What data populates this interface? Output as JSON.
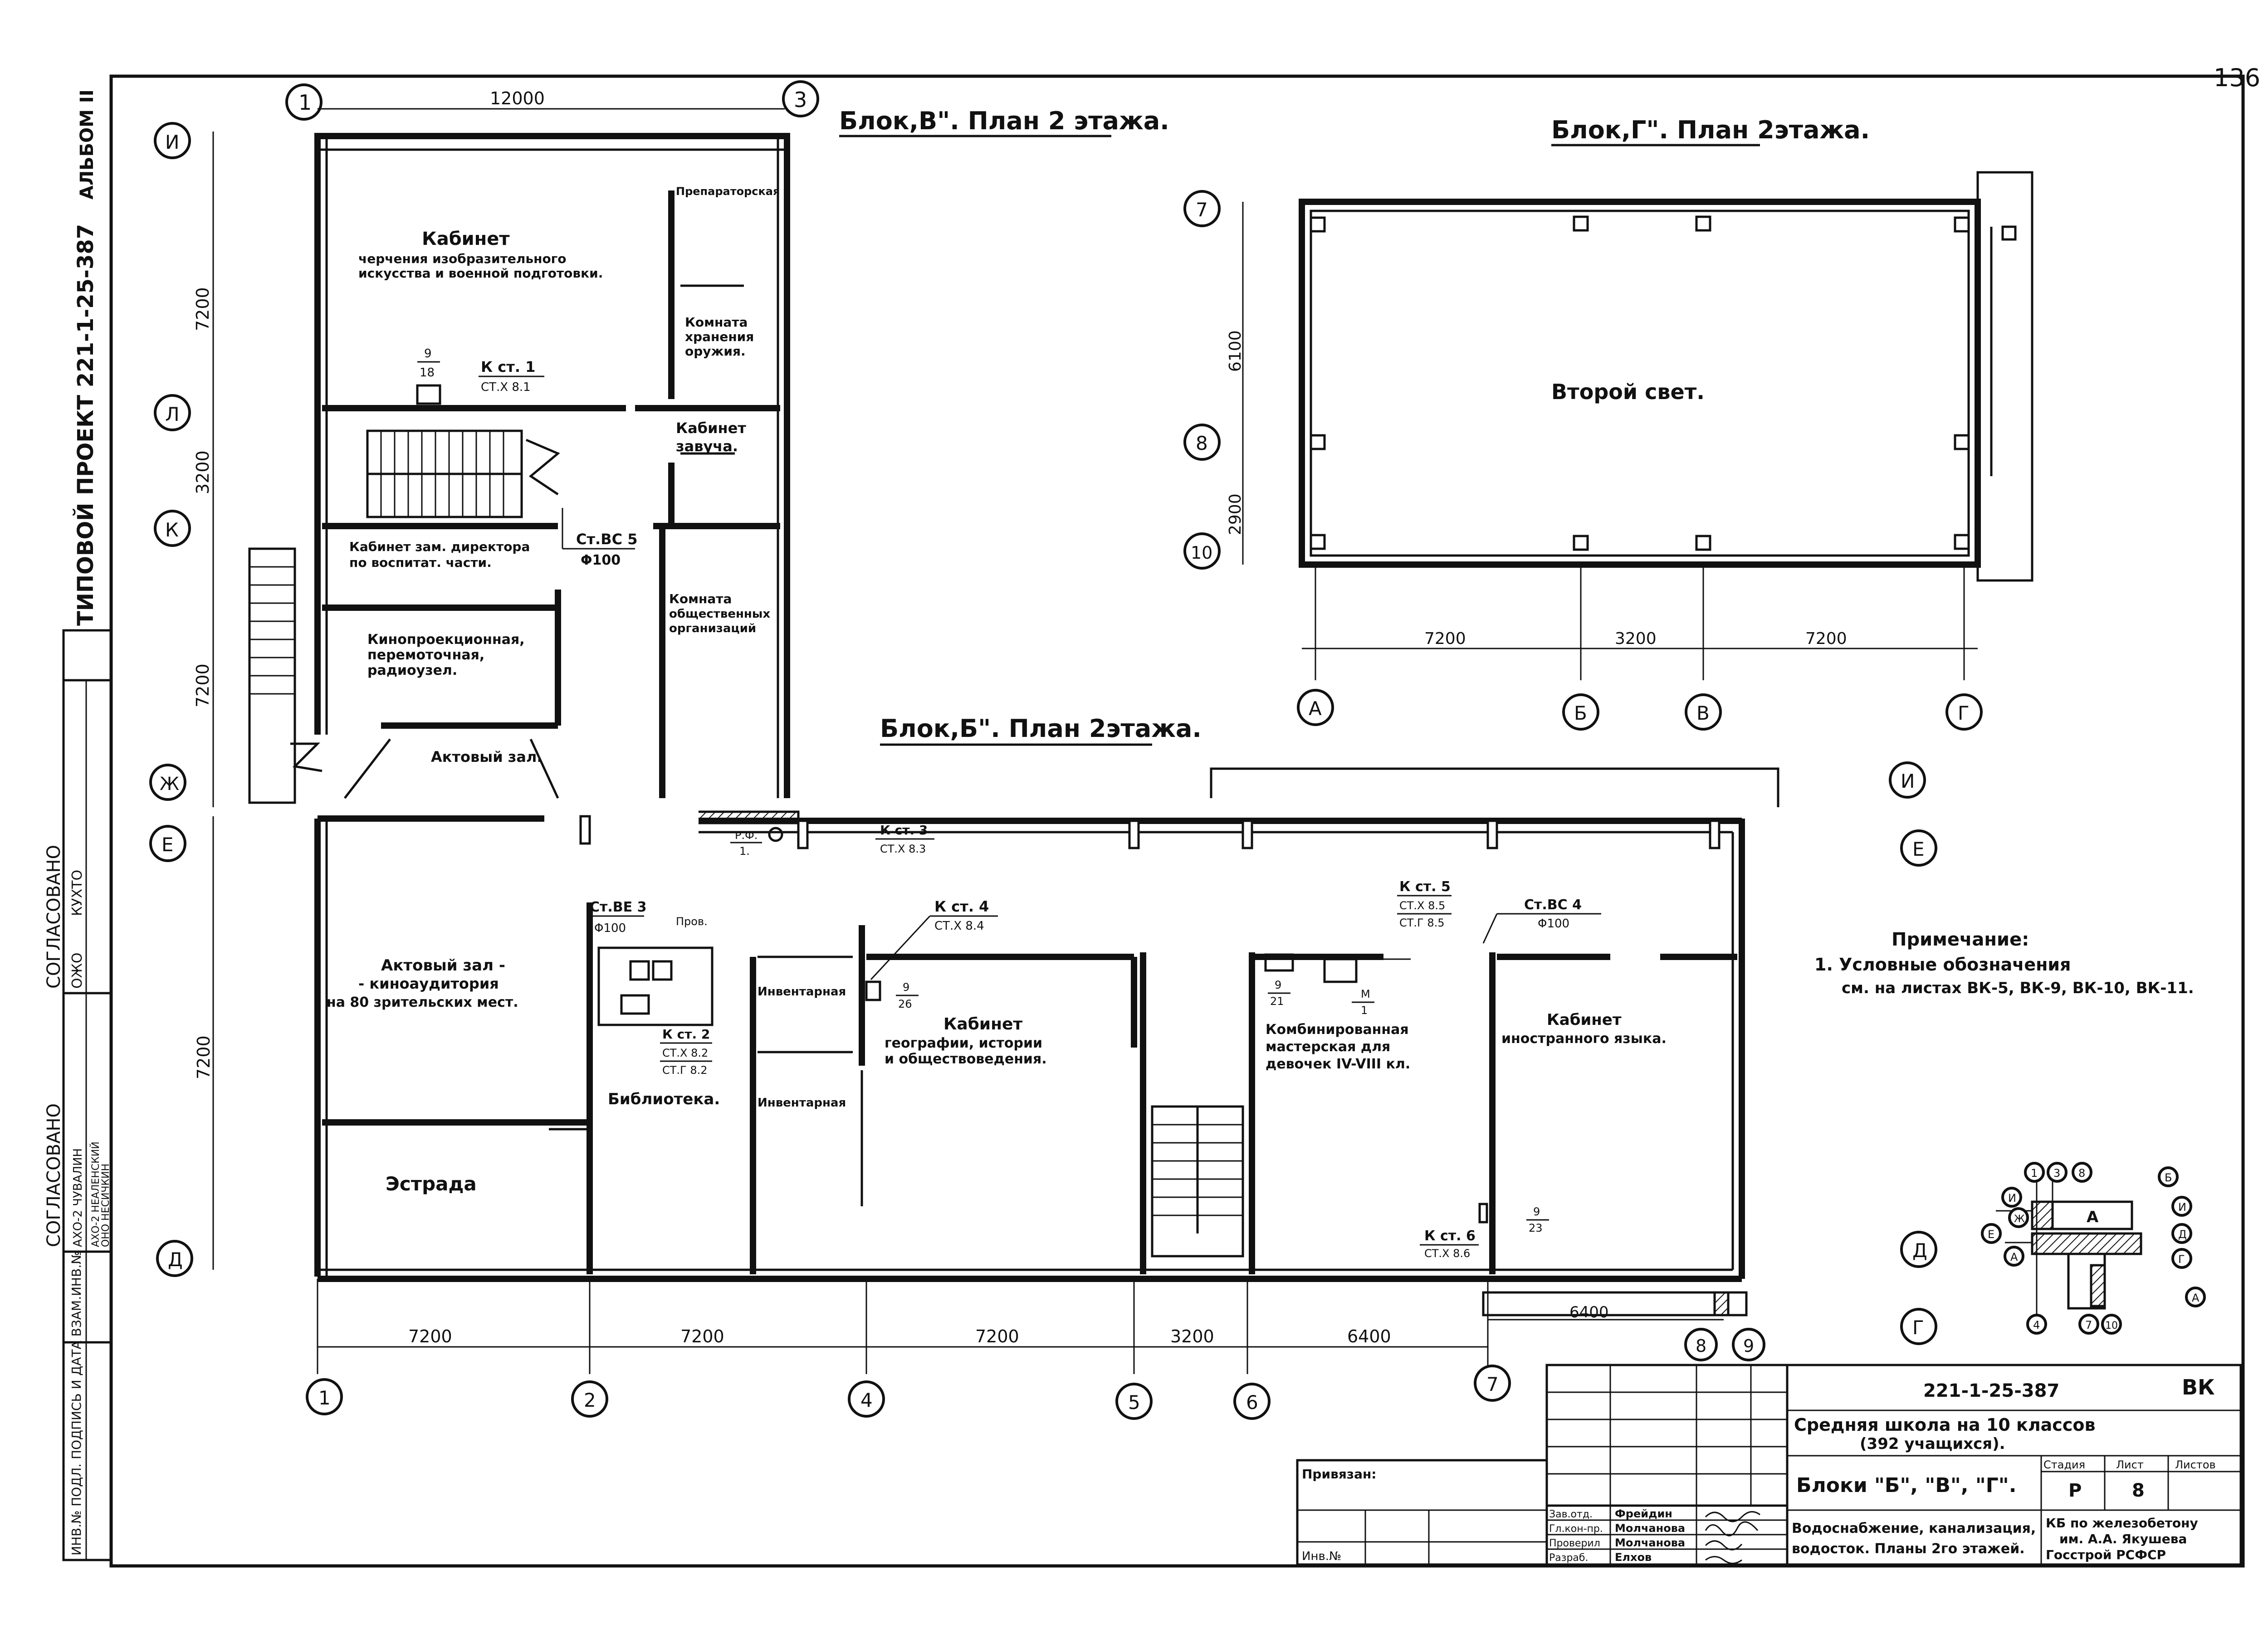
{
  "sheet_number": "136",
  "side_stamp": {
    "project_title": "ТИПОВОЙ ПРОЕКТ 221-1-25-387",
    "album": "АЛЬБОМ II",
    "agreed_1": "СОГЛАСОВАНО",
    "agreed_1_rows": [
      "ОЖО",
      "КУХТО"
    ],
    "agreed_2": "СОГЛАСОВАНО",
    "agreed_2_rows": [
      "АХО-2 ЧУВАЛИН",
      "АХО-2 НЕАЛЕНСКИЙ",
      "ОНО НЕСИЧКИН"
    ],
    "inv_row": "ИНВ.№ ПОДЛ. ПОДПИСЬ И ДАТА ВЗАМ.ИНВ.№"
  },
  "titles": {
    "block_v": "Блок,В\". План 2 этажа.",
    "block_g": "Блок,Г\". План 2этажа.",
    "block_b": "Блок,Б\". План 2этажа."
  },
  "block_v": {
    "axes": [
      "1",
      "3",
      "И",
      "Л",
      "К",
      "Ж",
      "Е"
    ],
    "dims_v": [
      "7200",
      "3200",
      "7200"
    ],
    "dim_h": "12000",
    "rooms": {
      "kab1": "Кабинет",
      "kab2": "черчения изобразительного",
      "kab3": "искусства и военной подготовки.",
      "preparatory": "Препараторская",
      "arms1": "Комната",
      "arms2": "хранения",
      "arms3": "оружия.",
      "zavuch1": "Кабинет",
      "zavuch2": "завуча.",
      "deputy1": "Кабинет зам. директора",
      "deputy2": "по воспитат. части.",
      "social1": "Комната",
      "social2": "общественных",
      "social3": "организаций",
      "projection1": "Кинопроекционная,",
      "projection2": "перемоточная,",
      "projection3": "радиоузел.",
      "hall": "Актовый зал."
    },
    "notes": {
      "kst1": "К ст. 1",
      "kst1_sub": "СТ.Х 8.1",
      "frac_top": "9",
      "frac_bot": "18",
      "stvc5": "Ст.ВС 5",
      "phi100": "Φ100"
    }
  },
  "block_g": {
    "axes_v": [
      "7",
      "8",
      "10"
    ],
    "axes_h": [
      "А",
      "Б",
      "В",
      "Г"
    ],
    "dims_v": [
      "6100",
      "2900"
    ],
    "dims_h": [
      "7200",
      "3200",
      "7200"
    ],
    "room": "Второй свет."
  },
  "block_b": {
    "axes_bottom": [
      "1",
      "2",
      "4",
      "5",
      "6",
      "7",
      "8",
      "9"
    ],
    "axes_side": [
      "Д",
      "Е",
      "Ж",
      "Г",
      "И",
      "Е",
      "Д"
    ],
    "dims_h": [
      "7200",
      "7200",
      "7200",
      "3200",
      "6400"
    ],
    "dim_v": "7200",
    "dim_extra": "6400",
    "rooms": {
      "assembly1": "Актовый зал -",
      "assembly2": "- киноаудитория",
      "assembly3": "на 80 зрительских мест.",
      "stage": "Эстрада",
      "library": "Библиотека.",
      "inventory1": "Инвентарная",
      "inventory2": "Инвентарная",
      "geo1": "Кабинет",
      "geo2": "географии, истории",
      "geo3": "и обществоведения.",
      "workshop1": "Комбинированная",
      "workshop2": "мастерская для",
      "workshop3": "девочек IV-VIII кл.",
      "lang1": "Кабинет",
      "lang2": "иностранного языка."
    },
    "notes": {
      "stve3": "Ст.ВЕ 3",
      "phi100a": "Φ100",
      "prov": "Пров.",
      "kst2": "К ст. 2",
      "kst2_sub1": "СТ.Х 8.2",
      "kst2_sub2": "СТ.Г 8.2",
      "kst3": "К ст. 3",
      "kst3_sub": "СТ.Х 8.3",
      "kst4": "К ст. 4",
      "kst4_sub": "СТ.Х 8.4",
      "kst5": "К ст. 5",
      "kst5_sub1": "СТ.Х 8.5",
      "kst5_sub2": "СТ.Г 8.5",
      "stvc4": "Ст.ВС 4",
      "phi100b": "Φ100",
      "kst6": "К ст. 6",
      "kst6_sub": "СТ.Х 8.6",
      "rf": "Р.Ф.",
      "rf_sub": "1.",
      "frac_a_top": "9",
      "frac_a_bot": "26",
      "frac_b_top": "9",
      "frac_b_bot": "23",
      "frac_c_top": "9",
      "frac_c_bot": "21",
      "frac_d_top": "М",
      "frac_d_bot": "1"
    }
  },
  "note": {
    "heading": "Примечание:",
    "line1": "1. Условные обозначения",
    "line2": "см. на листах ВК-5, ВК-9, ВК-10, ВК-11."
  },
  "key_plan": {
    "labels": [
      "1",
      "3",
      "8",
      "Б",
      "И",
      "Ж",
      "Е",
      "А",
      "Г",
      "Д",
      "4",
      "7",
      "10",
      "А",
      "И"
    ],
    "block_letter": "А"
  },
  "title_block": {
    "code": "221-1-25-387",
    "section": "ВК",
    "school_line1": "Средняя школа на 10 классов",
    "school_line2": "(392 учащихся).",
    "blocks": "Блоки \"Б\", \"В\", \"Г\".",
    "stage_hdr": "Стадия",
    "sheet_hdr": "Лист",
    "sheets_hdr": "Листов",
    "stage_val": "Р",
    "sheet_val": "8",
    "sheets_val": "",
    "attached": "Привязан:",
    "inv": "Инв.№",
    "signatures": [
      {
        "role": "Зав.отд.",
        "name": "Фрейдин"
      },
      {
        "role": "Гл.кон-пр.",
        "name": "Молчанова"
      },
      {
        "role": "Проверил",
        "name": "Молчанова"
      },
      {
        "role": "Разраб.",
        "name": "Елхов"
      }
    ],
    "description1": "Водоснабжение, канализация,",
    "description2": "водосток. Планы 2го этажей.",
    "org_line1": "КБ по железобетону",
    "org_line2": "им. А.А. Якушева",
    "org_line3": "Госстрой РСФСР"
  }
}
